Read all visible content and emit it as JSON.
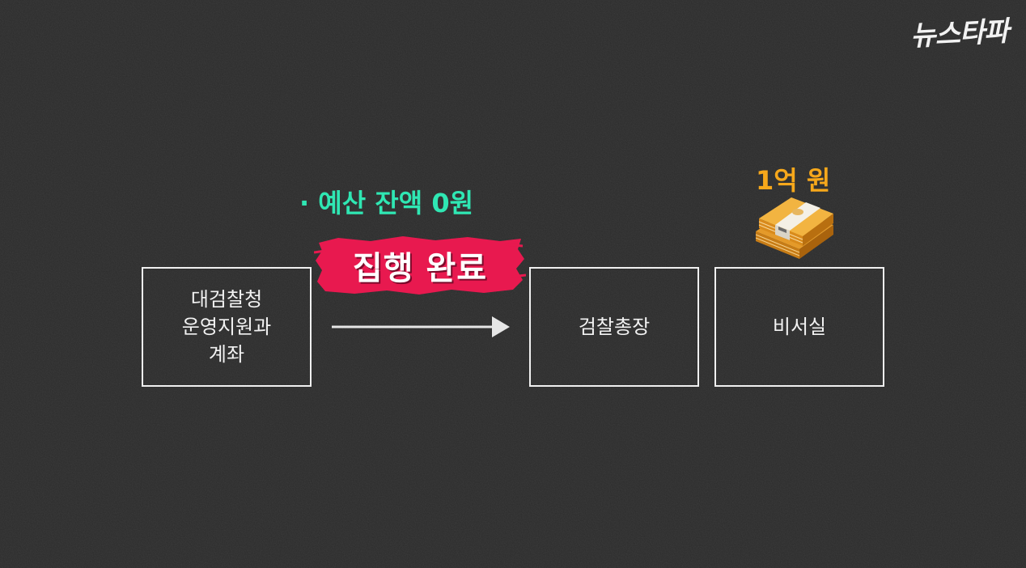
{
  "logo": {
    "text": "뉴스타파"
  },
  "budget_note": {
    "text": "· 예산 잔액 0원"
  },
  "stamp": {
    "text": "집행 완료"
  },
  "amount": {
    "text": "1억 원"
  },
  "boxes": {
    "source": {
      "lines": [
        "대검찰청",
        "운영지원과",
        "계좌"
      ]
    },
    "chief": {
      "label": "검찰총장"
    },
    "secretary": {
      "label": "비서실"
    }
  },
  "icons": {
    "arrow": "arrow-right-icon",
    "money": "money-stack-icon"
  },
  "colors": {
    "background": "#2b2b2b",
    "note_green": "#2fe7b3",
    "stamp_red": "#e8194f",
    "amount_orange": "#f7a81b",
    "box_border": "#f0f0f0"
  }
}
